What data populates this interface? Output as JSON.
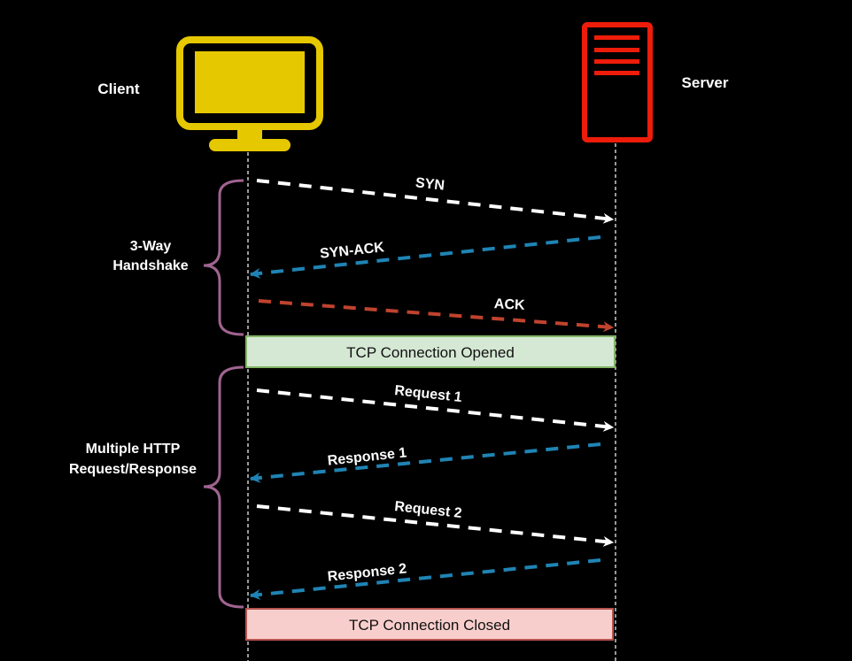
{
  "participants": {
    "client": {
      "label": "Client",
      "icon": "monitor-icon",
      "color": "#e6c800"
    },
    "server": {
      "label": "Server",
      "icon": "server-icon",
      "color": "#ee1c0a"
    }
  },
  "groups": {
    "handshake": {
      "line1": "3-Way",
      "line2": "Handshake",
      "brace_color": "#a06490"
    },
    "http": {
      "line1": "Multiple HTTP",
      "line2": "Request/Response",
      "brace_color": "#a06490"
    }
  },
  "messages": [
    {
      "label": "SYN",
      "direction": "client-to-server",
      "color": "#ffffff"
    },
    {
      "label": "SYN-ACK",
      "direction": "server-to-client",
      "color": "#1f84b4"
    },
    {
      "label": "ACK",
      "direction": "client-to-server",
      "color": "#c0432e"
    },
    {
      "label": "Request 1",
      "direction": "client-to-server",
      "color": "#ffffff"
    },
    {
      "label": "Response 1",
      "direction": "server-to-client",
      "color": "#1f84b4"
    },
    {
      "label": "Request 2",
      "direction": "client-to-server",
      "color": "#ffffff"
    },
    {
      "label": "Response 2",
      "direction": "server-to-client",
      "color": "#1f84b4"
    }
  ],
  "status_boxes": {
    "opened": {
      "label": "TCP Connection Opened",
      "fill": "#d5e8d4",
      "stroke": "#82b366"
    },
    "closed": {
      "label": "TCP Connection Closed",
      "fill": "#f8cecc",
      "stroke": "#b85450"
    }
  }
}
